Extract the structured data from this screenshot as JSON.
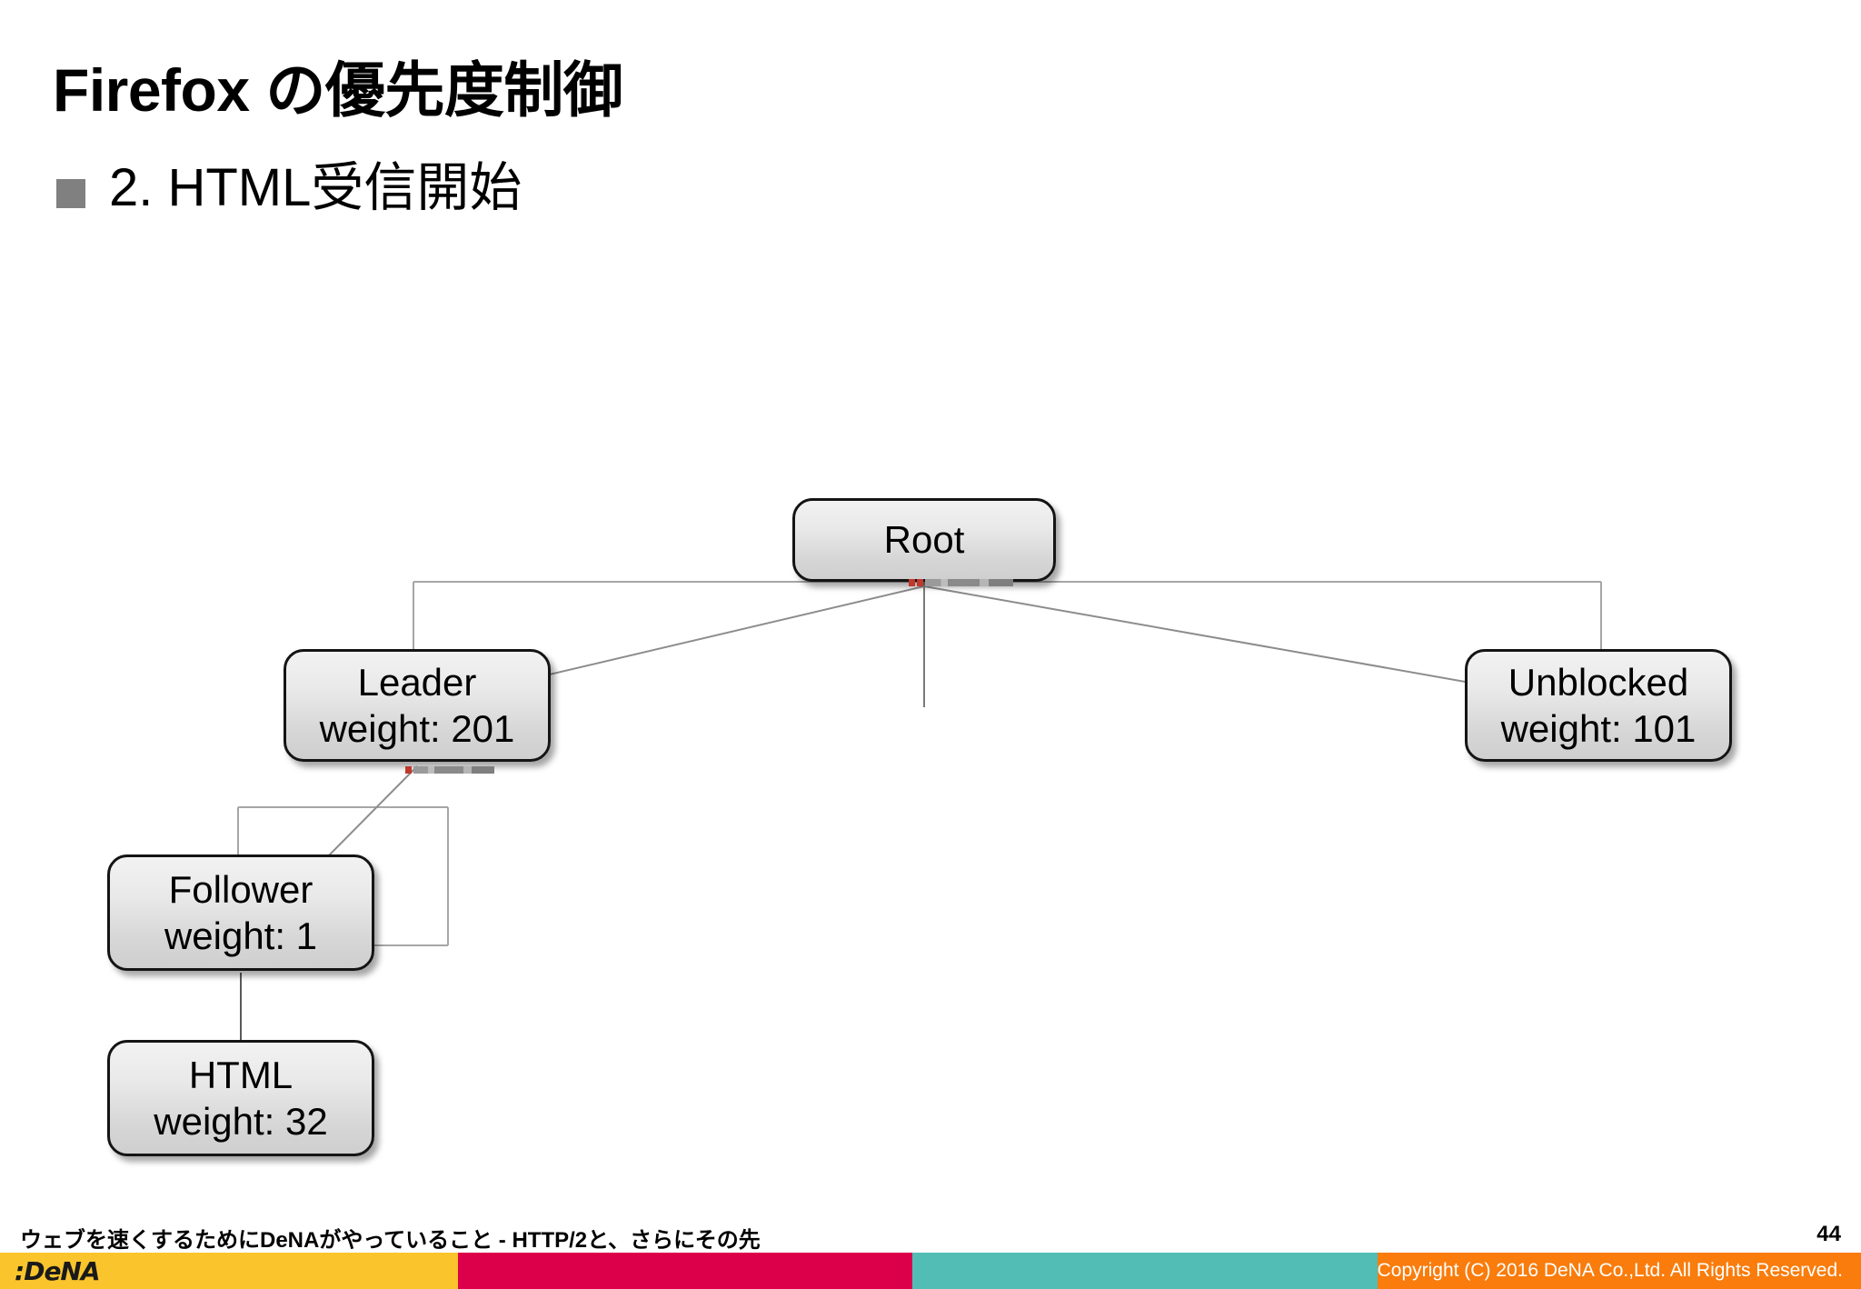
{
  "slide": {
    "title": "Firefox の優先度制御",
    "bullet_marker": "square-bullet",
    "bullet": "2. HTML受信開始"
  },
  "diagram": {
    "type": "priority-tree",
    "nodes": [
      {
        "id": "root",
        "label": "Root",
        "weight_label": ""
      },
      {
        "id": "leader",
        "label": "Leader",
        "weight_label": "weight: 201"
      },
      {
        "id": "unblocked",
        "label": "Unblocked",
        "weight_label": "weight: 101"
      },
      {
        "id": "follower",
        "label": "Follower",
        "weight_label": "weight: 1"
      },
      {
        "id": "html",
        "label": "HTML",
        "weight_label": "weight: 32"
      }
    ],
    "edges": [
      {
        "from": "root",
        "to": "leader"
      },
      {
        "from": "root",
        "to": "unblocked"
      },
      {
        "from": "leader",
        "to": "follower"
      },
      {
        "from": "follower",
        "to": "html"
      }
    ]
  },
  "footer": {
    "caption": "ウェブを速くするためにDeNAがやっていること - HTTP/2と、さらにその先",
    "page_number": "44",
    "copyright": "Copyright (C) 2016 DeNA Co.,Ltd. All Rights Reserved.",
    "logo_text": ":DeNA",
    "colors": {
      "yellow": "#F9C42C",
      "crimson": "#DC004B",
      "teal": "#52BDB5",
      "orange": "#F97C0C",
      "bullet_gray": "#808080"
    }
  }
}
